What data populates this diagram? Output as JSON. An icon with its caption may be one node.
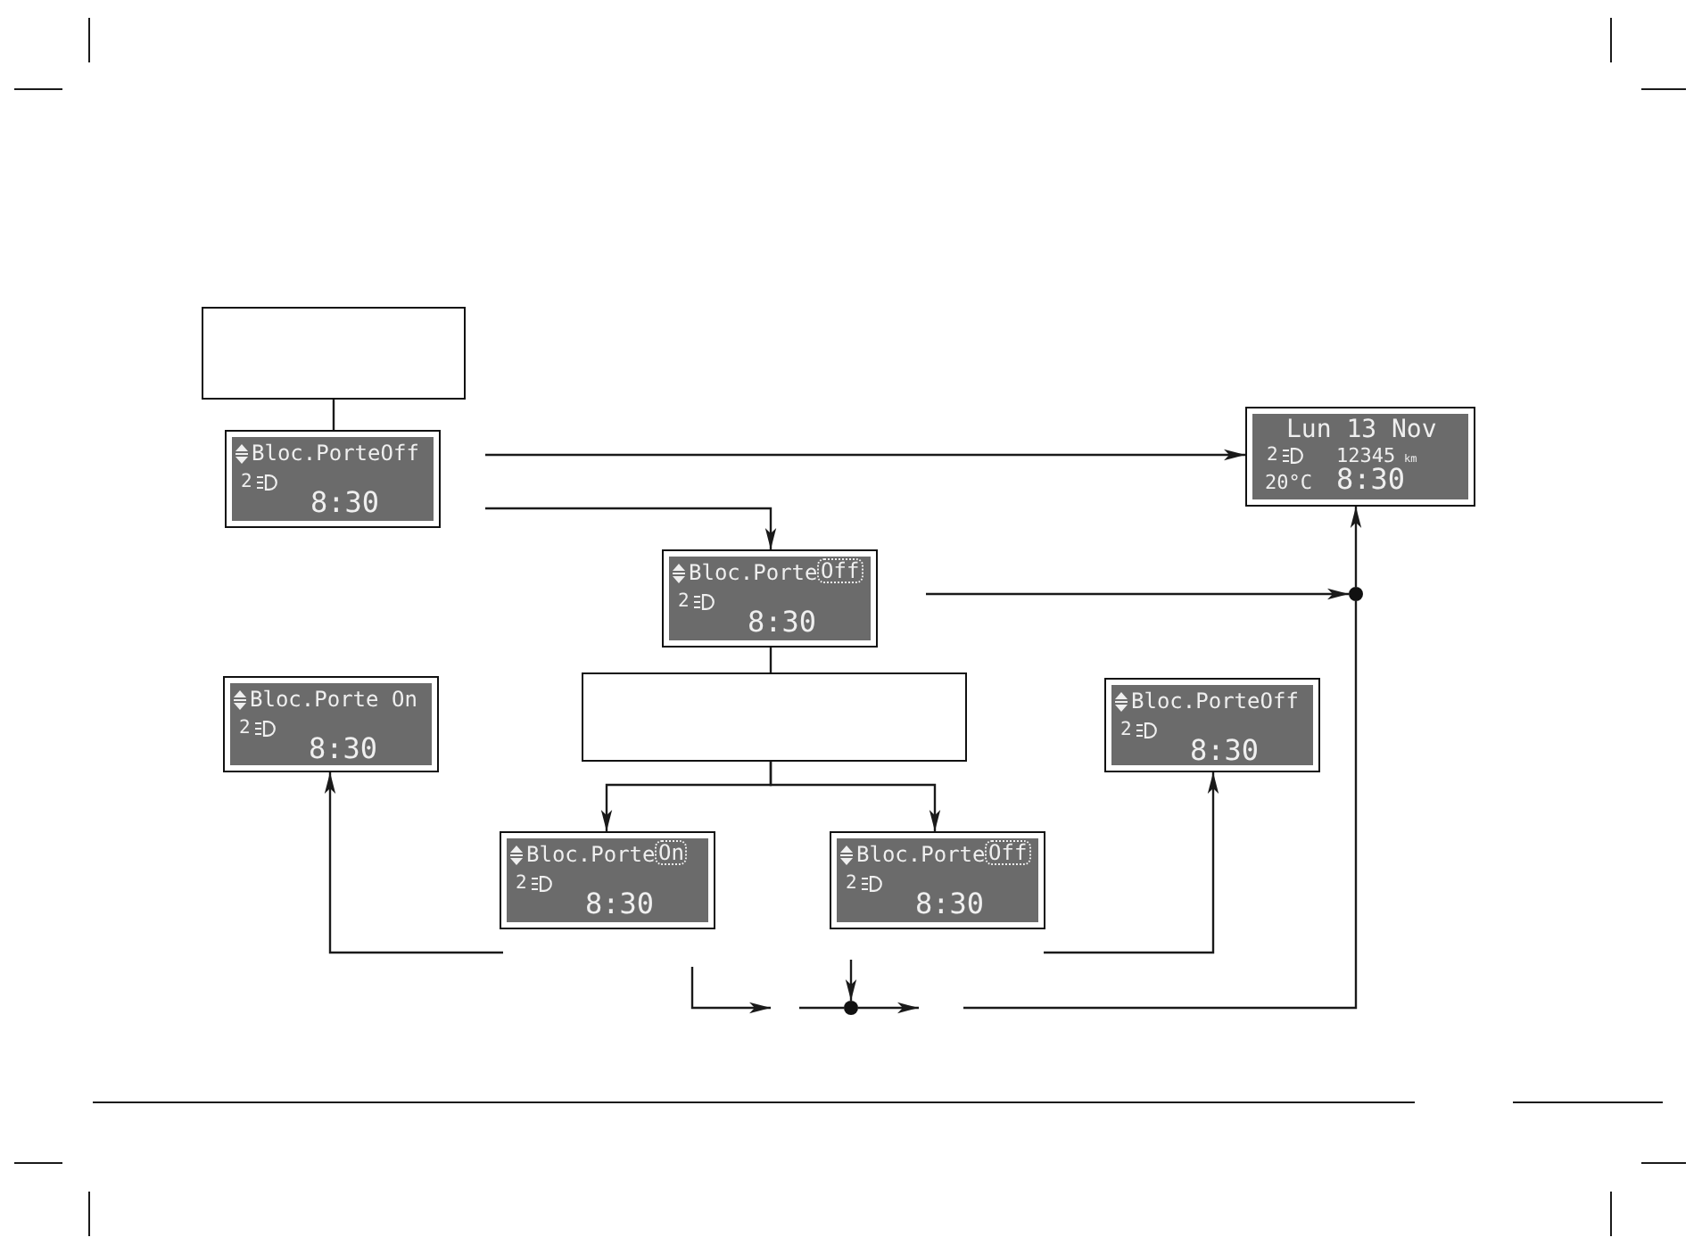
{
  "diagram": {
    "nodes": [
      {
        "text": [],
        "shape": "box"
      },
      {
        "text": [
          "Bloc.PorteOff",
          "2",
          "8:30"
        ]
      },
      {
        "text": [
          "Lun 13 Nov",
          "2",
          "12345",
          "km",
          "20°C",
          "8:30"
        ]
      },
      {
        "text": [
          "Bloc.Porte",
          "Off",
          "2",
          "8:30"
        ]
      },
      {
        "text": [],
        "shape": "circle"
      },
      {
        "text": [],
        "shape": "box"
      },
      {
        "text": [
          "Bloc.Porte On",
          "2",
          "8:30"
        ]
      },
      {
        "text": [
          "Bloc.PorteOff",
          "2",
          "8:30"
        ]
      },
      {
        "text": [
          "Bloc.Porte",
          "On",
          "2",
          "8:30"
        ]
      },
      {
        "text": [
          "Bloc.Porte",
          "Off",
          "2",
          "8:30"
        ]
      },
      {
        "text": [],
        "shape": "circle"
      }
    ],
    "edges": [
      {
        "from": 0,
        "to": 1,
        "arrow": "none"
      },
      {
        "from": null,
        "to": 2,
        "arrow": "to"
      },
      {
        "from": null,
        "to": 3,
        "arrow": "to"
      },
      {
        "from": null,
        "to": 4,
        "arrow": "to"
      },
      {
        "from": 4,
        "to": 2,
        "arrow": "to"
      },
      {
        "from": 3,
        "to": 5,
        "arrow": "none"
      },
      {
        "from": 5,
        "to": 8,
        "arrow": "to"
      },
      {
        "from": 5,
        "to": 9,
        "arrow": "to"
      },
      {
        "from": null,
        "to": 6,
        "arrow": "to"
      },
      {
        "from": null,
        "to": 7,
        "arrow": "to"
      },
      {
        "from": null,
        "to": 10,
        "arrow": "to"
      },
      {
        "from": null,
        "to": 10,
        "arrow": "none"
      },
      {
        "from": 10,
        "to": null,
        "arrow": "to"
      },
      {
        "from": null,
        "to": 4,
        "arrow": "none"
      }
    ]
  }
}
